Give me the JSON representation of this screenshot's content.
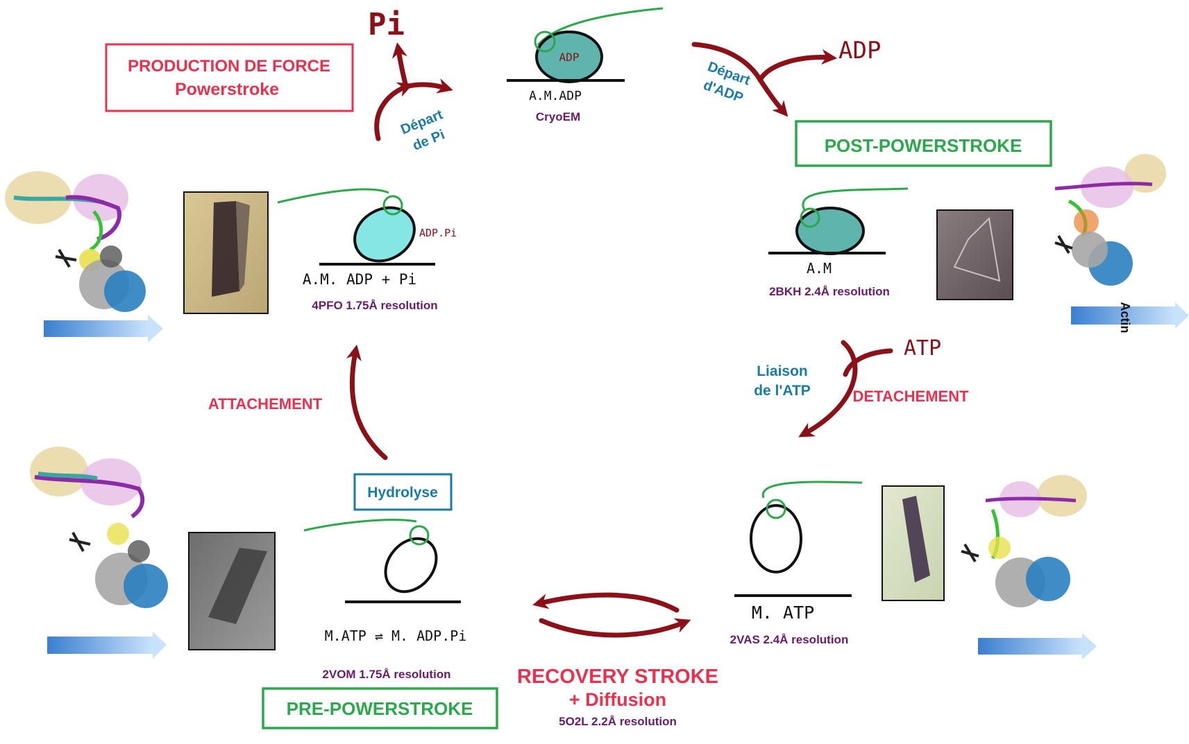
{
  "colors": {
    "red": "#e8314f",
    "green": "#2aa84a",
    "blue": "#1a7aa8",
    "purple": "#6b1a6b",
    "dark_red": "#8b1018",
    "teal": "#5fb4ae",
    "light_teal": "#86e6e4",
    "arrow_blue": "#4a90d9"
  },
  "labels": {
    "production_title": "PRODUCTION DE FORCE",
    "production_subtitle": "Powerstroke",
    "post_powerstroke": "POST-POWERSTROKE",
    "pre_powerstroke": "PRE-POWERSTROKE",
    "hydrolyse": "Hydrolyse",
    "attachement": "ATTACHEMENT",
    "detachement": "DETACHEMENT",
    "recovery_line1": "RECOVERY STROKE",
    "recovery_line2": "+ Diffusion",
    "recovery_resolution": "5O2L 2.2Å resolution",
    "depart_pi_line1": "Départ",
    "depart_pi_line2": "de Pi",
    "depart_adp_line1": "Départ",
    "depart_adp_line2": "d'ADP",
    "liaison_line1": "Liaison",
    "liaison_line2": "de l'ATP",
    "pi": "Pi",
    "adp": "ADP",
    "atp": "ATP",
    "actin": "Actin"
  },
  "states": {
    "top": {
      "label": "A.M.ADP",
      "inner": "ADP",
      "method": "CryoEM"
    },
    "upper_left": {
      "label": "A.M. ADP + Pi",
      "inner": "ADP.Pi",
      "resolution": "4PFO 1.75Å resolution"
    },
    "upper_right": {
      "label": "A.M",
      "resolution": "2BKH 2.4Å resolution"
    },
    "lower_right": {
      "label": "M. ATP",
      "resolution": "2VAS 2.4Å resolution"
    },
    "lower_left": {
      "label": "M.ATP ⇌ M. ADP.Pi",
      "resolution": "2VOM 1.75Å resolution"
    }
  }
}
